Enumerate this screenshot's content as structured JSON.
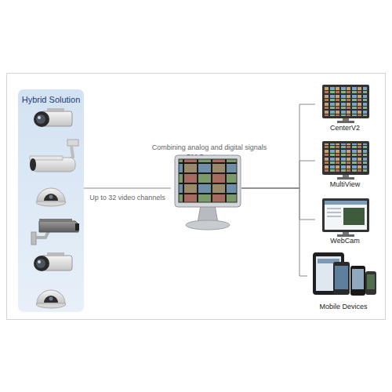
{
  "diagram": {
    "nodes": [
      {
        "text": [
          "Hybrid Solution"
        ]
      },
      {
        "text": [
          "GV-System"
        ]
      },
      {
        "text": [
          "CenterV2"
        ]
      },
      {
        "text": [
          "MultiView"
        ]
      },
      {
        "text": [
          "WebCam"
        ]
      },
      {
        "text": [
          "Mobile Devices"
        ]
      }
    ],
    "edges": [
      {
        "from": 0,
        "to": 1,
        "arrow": "none",
        "label": "Up to 32 video channels"
      },
      {
        "from": 1,
        "to": 2,
        "arrow": "none"
      },
      {
        "from": 1,
        "to": 3,
        "arrow": "none"
      },
      {
        "from": 1,
        "to": 4,
        "arrow": "none"
      },
      {
        "from": 1,
        "to": 5,
        "arrow": "none"
      }
    ],
    "labels": [
      "Combining analog and digital signals"
    ]
  }
}
